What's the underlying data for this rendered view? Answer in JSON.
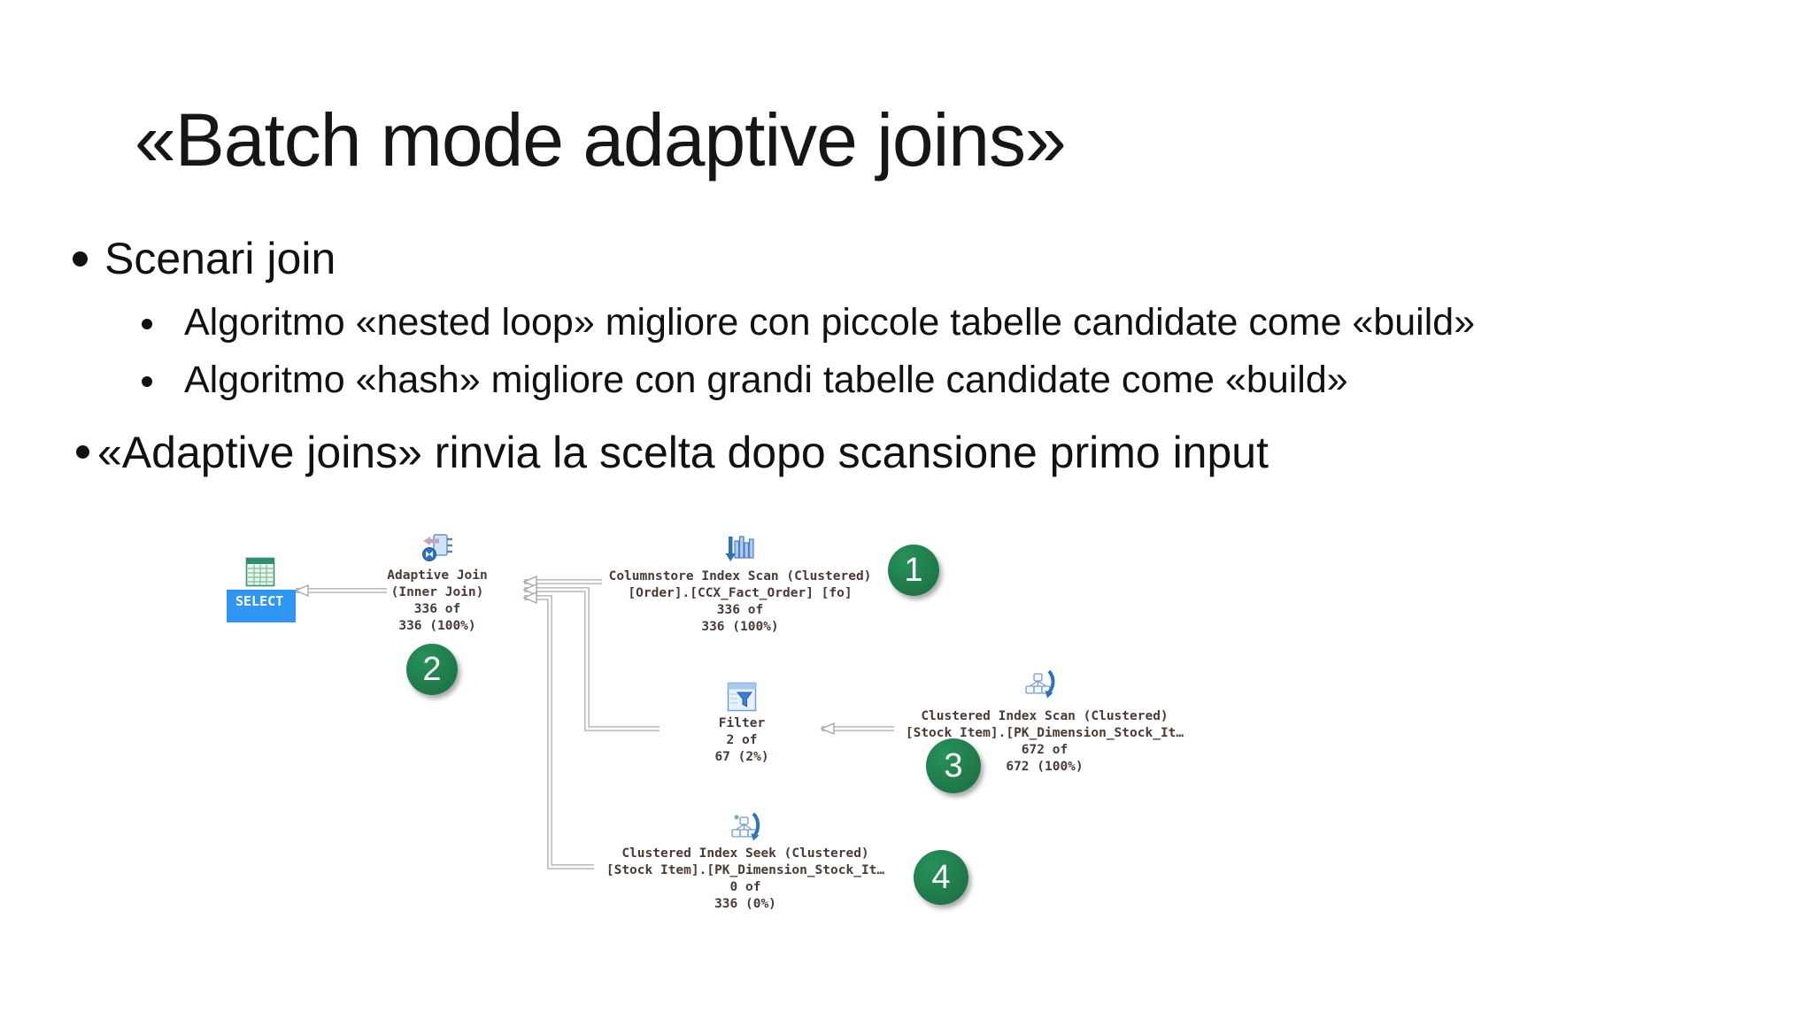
{
  "slide": {
    "title": "«Batch mode adaptive joins»",
    "bullets": {
      "b1": "Scenari join",
      "s1": "Algoritmo «nested loop» migliore con piccole tabelle candidate come «build»",
      "s2": "Algoritmo «hash» migliore con grandi tabelle candidate come «build»",
      "b2": "«Adaptive joins» rinvia la scelta dopo scansione primo input"
    }
  },
  "plan": {
    "select": {
      "label": "SELECT"
    },
    "nodes": {
      "adaptive_join": {
        "lines": [
          "Adaptive Join",
          "(Inner Join)",
          "336 of",
          "336 (100%)"
        ]
      },
      "columnstore_scan": {
        "lines": [
          "Columnstore Index Scan (Clustered)",
          "[Order].[CCX_Fact_Order] [fo]",
          "336 of",
          "336 (100%)"
        ]
      },
      "filter": {
        "lines": [
          "Filter",
          "2 of",
          "67 (2%)"
        ]
      },
      "clustered_scan": {
        "lines": [
          "Clustered Index Scan (Clustered)",
          "[Stock Item].[PK_Dimension_Stock_It…",
          "672 of",
          "672 (100%)"
        ]
      },
      "clustered_seek": {
        "lines": [
          "Clustered Index Seek (Clustered)",
          "[Stock Item].[PK_Dimension_Stock_It…",
          "0 of",
          "336 (0%)"
        ]
      }
    },
    "badges": {
      "b1": "1",
      "b2": "2",
      "b3": "3",
      "b4": "4"
    },
    "icons": {
      "select": "result-table-icon",
      "adaptive_join": "adaptive-join-icon",
      "columnstore_scan": "columnstore-index-scan-icon",
      "filter": "filter-icon",
      "clustered_scan": "clustered-index-scan-icon",
      "clustered_seek": "clustered-index-seek-icon"
    },
    "colors": {
      "badge_green": "#1E7145",
      "select_blue": "#2F96F6",
      "connector_gray": "#A8A8A8",
      "plan_text": "#4A3A36"
    }
  }
}
